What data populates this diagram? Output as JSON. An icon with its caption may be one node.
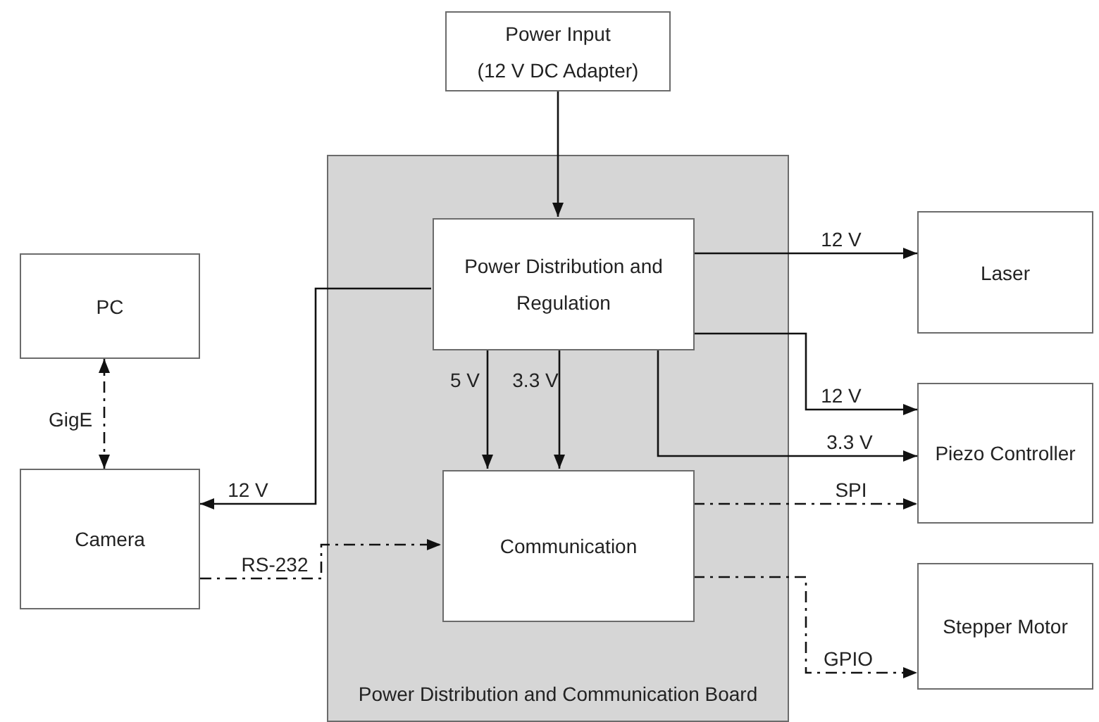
{
  "diagram": {
    "nodes": [
      {
        "text": [
          "Power Input",
          "(12 V DC Adapter)"
        ]
      },
      {
        "text": [
          "Power Distribution and Communication Board"
        ]
      },
      {
        "text": [
          "Power Distribution and Regulation"
        ],
        "in": 1
      },
      {
        "text": [
          "Communication"
        ],
        "in": 1
      },
      {
        "text": [
          "PC"
        ]
      },
      {
        "text": [
          "Camera"
        ]
      },
      {
        "text": [
          "Laser"
        ]
      },
      {
        "text": [
          "Piezo Controller"
        ]
      },
      {
        "text": [
          "Stepper Motor"
        ]
      }
    ],
    "edges": [
      {
        "from": 0,
        "to": 2,
        "arrow": "to"
      },
      {
        "from": 2,
        "to": 6,
        "arrow": "to",
        "label": "12 V"
      },
      {
        "from": 2,
        "to": 7,
        "arrow": "to",
        "label": "12 V"
      },
      {
        "from": 2,
        "to": 7,
        "arrow": "to",
        "label": "3.3 V"
      },
      {
        "from": 2,
        "to": 5,
        "arrow": "to",
        "label": "12 V"
      },
      {
        "from": 2,
        "to": 3,
        "arrow": "to",
        "label": "5 V"
      },
      {
        "from": 2,
        "to": 3,
        "arrow": "to",
        "label": "3.3 V"
      },
      {
        "from": 5,
        "to": 4,
        "arrow": "both",
        "label": "GigE",
        "style": "dashed"
      },
      {
        "from": 5,
        "to": 3,
        "arrow": "to",
        "label": "RS-232",
        "style": "dashed"
      },
      {
        "from": 3,
        "to": 7,
        "arrow": "to",
        "label": "SPI",
        "style": "dashed"
      },
      {
        "from": 3,
        "to": 8,
        "arrow": "to",
        "label": "GPIO",
        "style": "dashed"
      }
    ]
  }
}
